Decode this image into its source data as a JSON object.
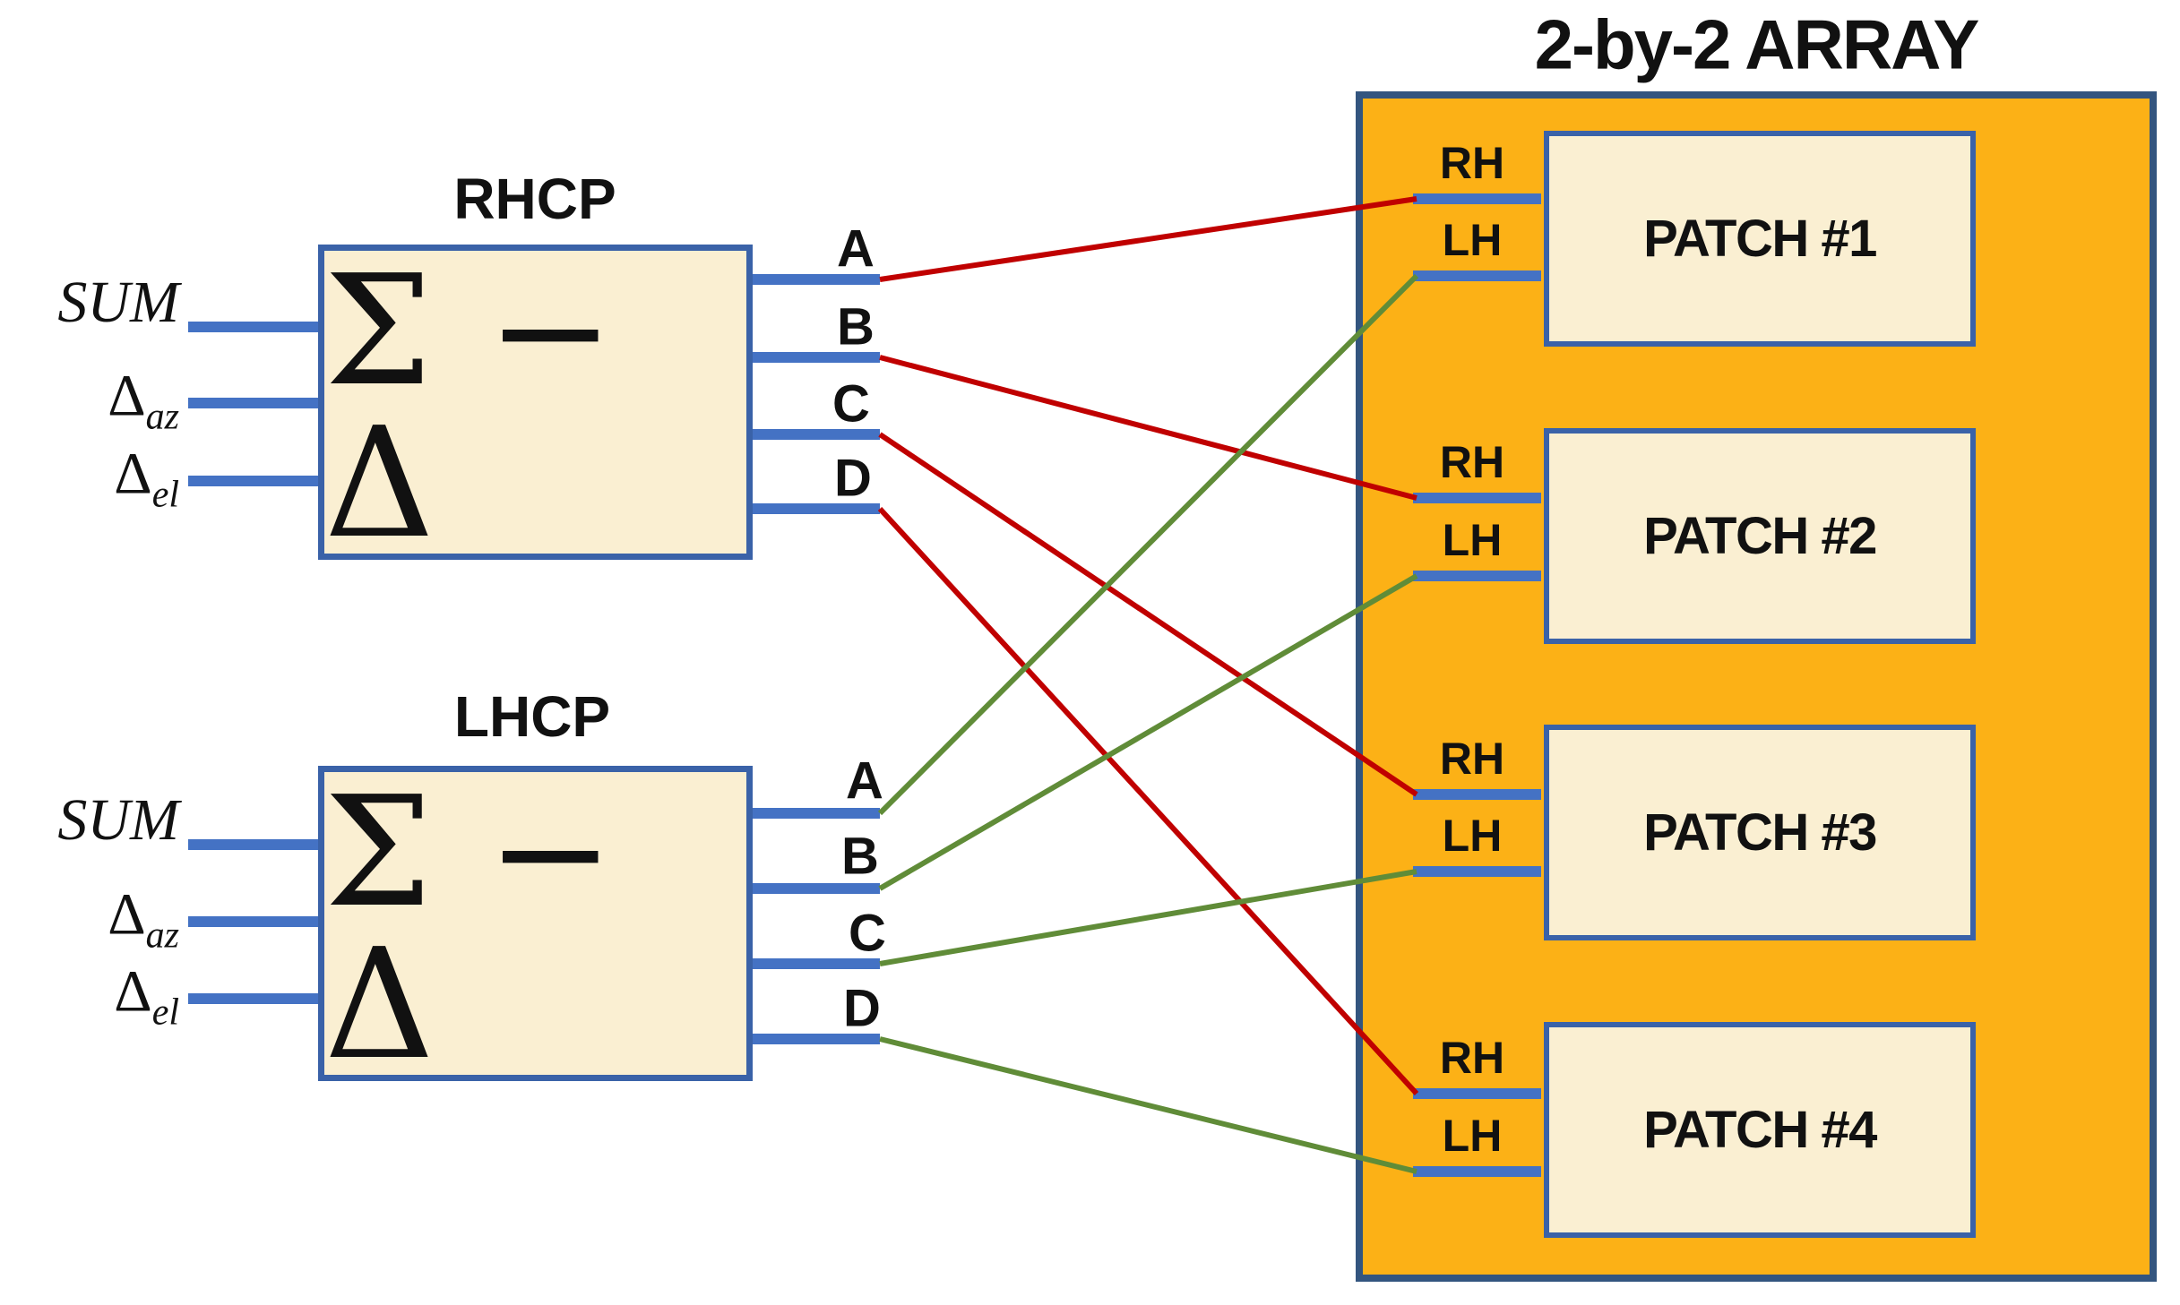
{
  "array": {
    "title": "2-by-2 ARRAY",
    "patches": [
      {
        "label": "PATCH #1",
        "ports": [
          "RH",
          "LH"
        ]
      },
      {
        "label": "PATCH #2",
        "ports": [
          "RH",
          "LH"
        ]
      },
      {
        "label": "PATCH #3",
        "ports": [
          "RH",
          "LH"
        ]
      },
      {
        "label": "PATCH #4",
        "ports": [
          "RH",
          "LH"
        ]
      }
    ]
  },
  "blocks": [
    {
      "title": "RHCP",
      "symbol": "Σ − Δ",
      "inputs": [
        {
          "label": "SUM",
          "sub": ""
        },
        {
          "label": "Δ",
          "sub": "az"
        },
        {
          "label": "Δ",
          "sub": "el"
        }
      ],
      "outputs": [
        "A",
        "B",
        "C",
        "D"
      ]
    },
    {
      "title": "LHCP",
      "symbol": "Σ − Δ",
      "inputs": [
        {
          "label": "SUM",
          "sub": ""
        },
        {
          "label": "Δ",
          "sub": "az"
        },
        {
          "label": "Δ",
          "sub": "el"
        }
      ],
      "outputs": [
        "A",
        "B",
        "C",
        "D"
      ]
    }
  ],
  "connections": [
    {
      "from": "rhcp-A",
      "to": "p1-RH",
      "color": "#C00000"
    },
    {
      "from": "rhcp-B",
      "to": "p2-RH",
      "color": "#C00000"
    },
    {
      "from": "rhcp-C",
      "to": "p3-RH",
      "color": "#C00000"
    },
    {
      "from": "rhcp-D",
      "to": "p4-RH",
      "color": "#C00000"
    },
    {
      "from": "lhcp-A",
      "to": "p1-LH",
      "color": "#608C38"
    },
    {
      "from": "lhcp-B",
      "to": "p2-LH",
      "color": "#608C38"
    },
    {
      "from": "lhcp-C",
      "to": "p3-LH",
      "color": "#608C38"
    },
    {
      "from": "lhcp-D",
      "to": "p4-LH",
      "color": "#608C38"
    }
  ],
  "colors": {
    "array_fill": "#FCB116",
    "panel_fill": "#FAEFD2",
    "box_border_blue": "#3A62A8",
    "array_border_blue": "#33557F",
    "stub_blue": "#4472C4",
    "wire_red": "#C00000",
    "wire_green": "#608C38",
    "text": "#111111"
  }
}
